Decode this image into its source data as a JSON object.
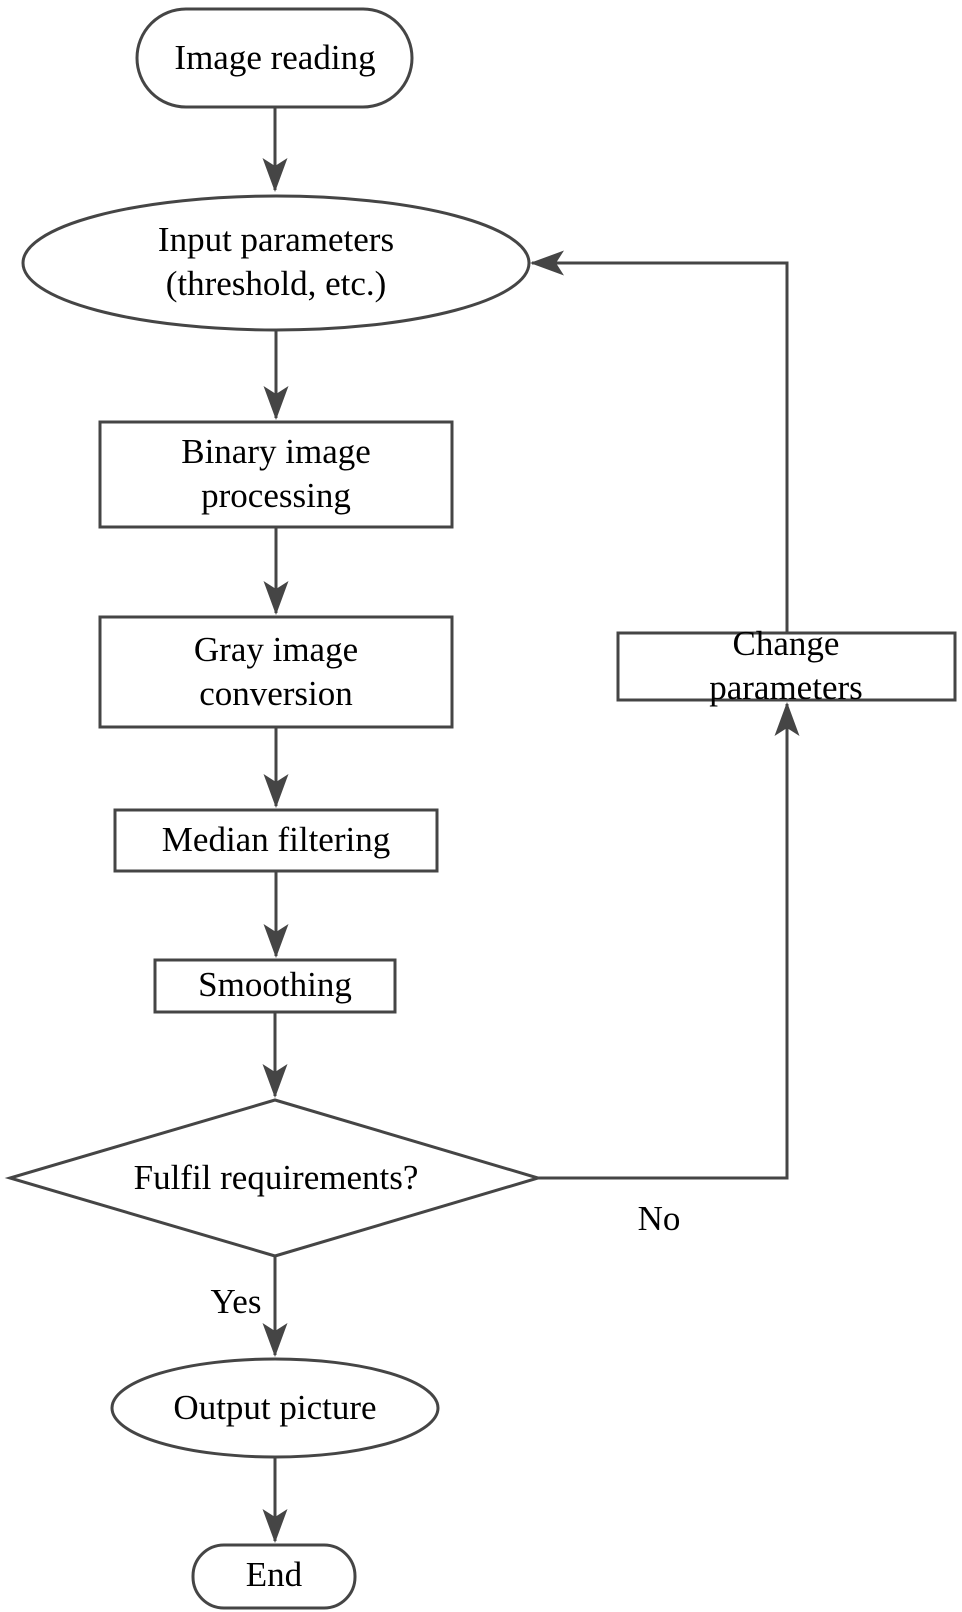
{
  "diagram": {
    "type": "flowchart",
    "colors": {
      "stroke": "#454545",
      "text": "#000000",
      "background": "#ffffff"
    },
    "nodes": [
      {
        "id": "image-reading",
        "shape": "stadium",
        "label": "Image reading"
      },
      {
        "id": "input-parameters",
        "shape": "ellipse",
        "label": "Input parameters\n(threshold, etc.)"
      },
      {
        "id": "binary-image-processing",
        "shape": "rect",
        "label": "Binary image\nprocessing"
      },
      {
        "id": "gray-image-conversion",
        "shape": "rect",
        "label": "Gray image\nconversion"
      },
      {
        "id": "median-filtering",
        "shape": "rect",
        "label": "Median filtering"
      },
      {
        "id": "smoothing",
        "shape": "rect",
        "label": "Smoothing"
      },
      {
        "id": "fulfil-requirements",
        "shape": "diamond",
        "label": "Fulfil requirements?"
      },
      {
        "id": "output-picture",
        "shape": "ellipse",
        "label": "Output picture"
      },
      {
        "id": "end",
        "shape": "stadium",
        "label": "End"
      },
      {
        "id": "change-parameters",
        "shape": "rect",
        "label": "Change parameters"
      }
    ],
    "edges": [
      {
        "from": "image-reading",
        "to": "input-parameters"
      },
      {
        "from": "input-parameters",
        "to": "binary-image-processing"
      },
      {
        "from": "binary-image-processing",
        "to": "gray-image-conversion"
      },
      {
        "from": "gray-image-conversion",
        "to": "median-filtering"
      },
      {
        "from": "median-filtering",
        "to": "smoothing"
      },
      {
        "from": "smoothing",
        "to": "fulfil-requirements"
      },
      {
        "from": "fulfil-requirements",
        "to": "output-picture",
        "label": "Yes"
      },
      {
        "from": "fulfil-requirements",
        "to": "change-parameters",
        "label": "No"
      },
      {
        "from": "change-parameters",
        "to": "input-parameters"
      },
      {
        "from": "output-picture",
        "to": "end"
      }
    ]
  }
}
